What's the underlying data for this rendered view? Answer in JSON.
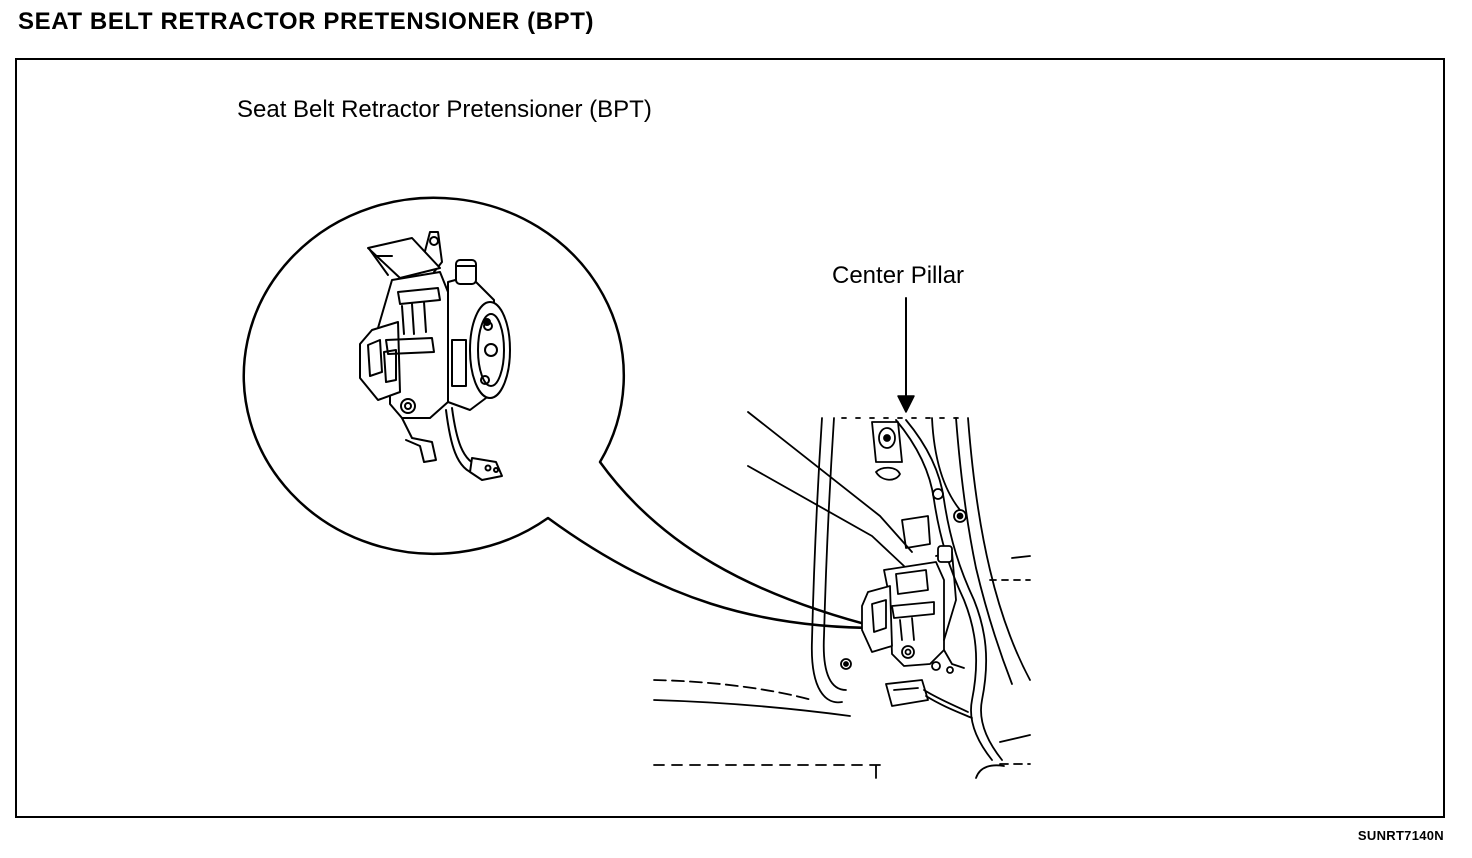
{
  "title": "SEAT BELT RETRACTOR PRETENSIONER (BPT)",
  "labels": {
    "component": "Seat Belt Retractor Pretensioner (BPT)",
    "location": "Center Pillar"
  },
  "figure_code": "SUNRT7140N"
}
